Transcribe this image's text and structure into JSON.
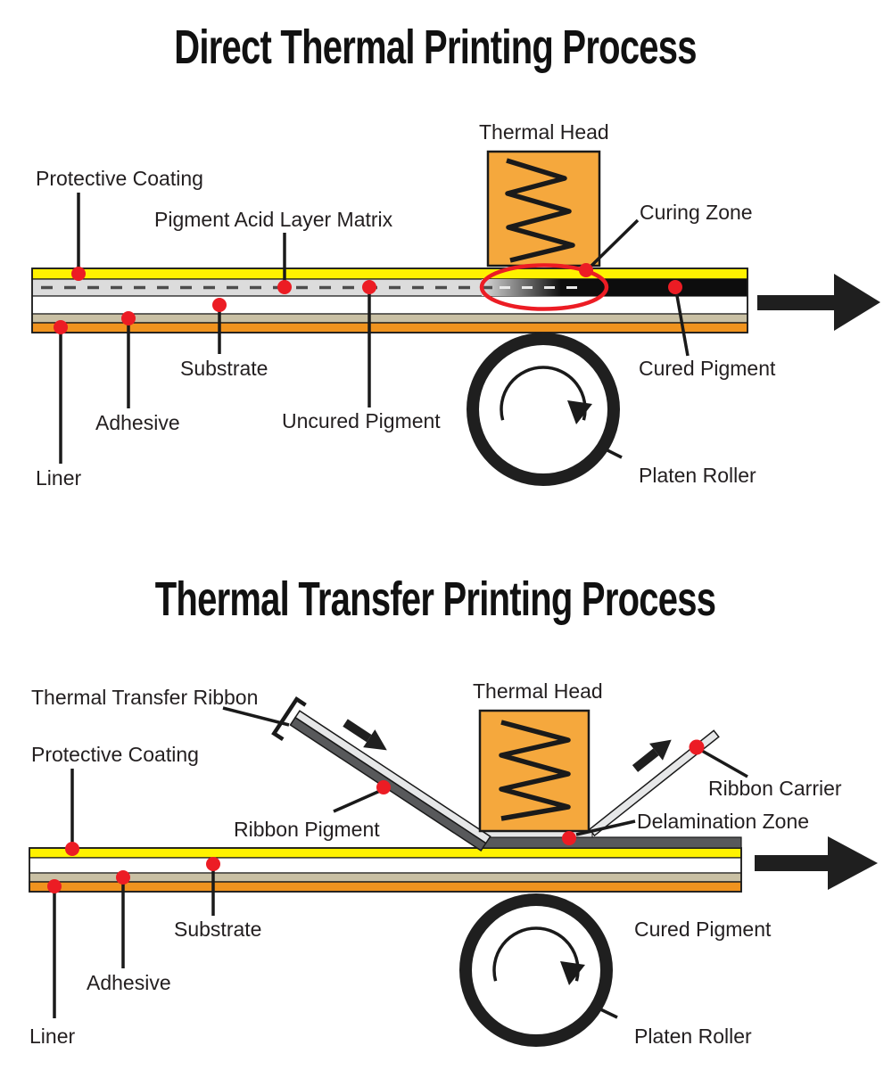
{
  "colors": {
    "head_fill": "#F5A83D",
    "yellow_layer": "#FFF200",
    "pigment_layer_gray": "#DCDCDC",
    "adhesive_tan": "#C9C0A4",
    "liner_orange": "#F0931E",
    "cured_black": "#0D0D0D",
    "ribbon_dark_gray": "#58595B",
    "ribbon_light_gray": "#E6E7E8",
    "marker_red": "#EC1C24",
    "line_black": "#231F20"
  },
  "d1": {
    "title": "Direct Thermal Printing Process",
    "labels": {
      "thermal_head": "Thermal Head",
      "protective_coating": "Protective Coating",
      "pigment_acid_layer_matrix": "Pigment Acid Layer Matrix",
      "curing_zone": "Curing Zone",
      "substrate": "Substrate",
      "adhesive": "Adhesive",
      "uncured_pigment": "Uncured Pigment",
      "liner": "Liner",
      "cured_pigment": "Cured Pigment",
      "platen_roller": "Platen Roller"
    }
  },
  "d2": {
    "title": "Thermal Transfer Printing Process",
    "labels": {
      "thermal_transfer_ribbon": "Thermal Transfer Ribbon",
      "protective_coating": "Protective Coating",
      "thermal_head": "Thermal Head",
      "ribbon_pigment": "Ribbon Pigment",
      "ribbon_carrier": "Ribbon Carrier",
      "delamination_zone": "Delamination Zone",
      "substrate": "Substrate",
      "adhesive": "Adhesive",
      "liner": "Liner",
      "cured_pigment": "Cured Pigment",
      "platen_roller": "Platen Roller"
    }
  }
}
